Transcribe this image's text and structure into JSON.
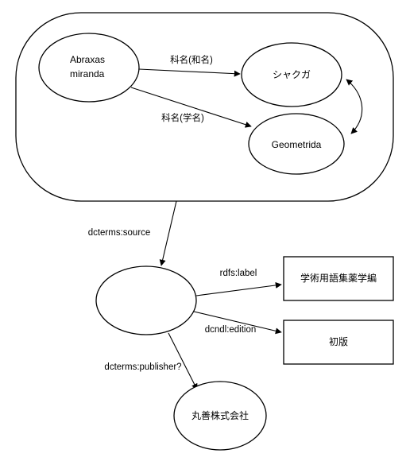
{
  "nodes": {
    "abraxas": {
      "line1": "Abraxas",
      "line2": "miranda"
    },
    "shakuga": "シャクガ",
    "geometrida": "Geometrida",
    "blank": "",
    "gakujutsu": "学術用語集薬学編",
    "shohan": "初版",
    "maruzen": "丸善株式会社"
  },
  "edges": {
    "wamei": "科名(和名)",
    "gakumei": "科名(学名)",
    "source": "dcterms:source",
    "label": "rdfs:label",
    "edition": "dcndl:edition",
    "publisher": "dcterms:publisher?"
  }
}
